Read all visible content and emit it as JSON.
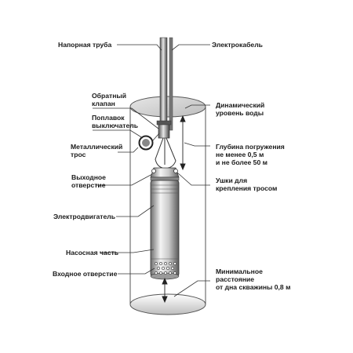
{
  "labels": {
    "pressure_pipe": "Напорная труба",
    "electric_cable": "Электрокабель",
    "check_valve_1": "Обратный",
    "check_valve_2": "клапан",
    "float_switch_1": "Поплавок",
    "float_switch_2": "выключатель",
    "metal_rope_1": "Металлический",
    "metal_rope_2": "трос",
    "outlet_1": "Выходное",
    "outlet_2": "отверстие",
    "motor": "Электродвигатель",
    "pump_part": "Насосная часть",
    "inlet": "Входное отверстие",
    "dynamic_level_1": "Динамический",
    "dynamic_level_2": "уровень воды",
    "immersion_1": "Глубина погружения",
    "immersion_2": "не менее 0,5 м",
    "immersion_3": "и не более 50 м",
    "lugs_1": "Ушки для",
    "lugs_2": "крепления тросом",
    "min_dist_1": "Минимальное",
    "min_dist_2": "расстояние",
    "min_dist_3": "от дна скважины 0,8 м"
  },
  "colors": {
    "casing_stroke": "#555555",
    "water": "#d6d6d6",
    "pump_dark": "#7a7a7a",
    "pump_light": "#f2f2f2",
    "text": "#1a1a1a"
  }
}
